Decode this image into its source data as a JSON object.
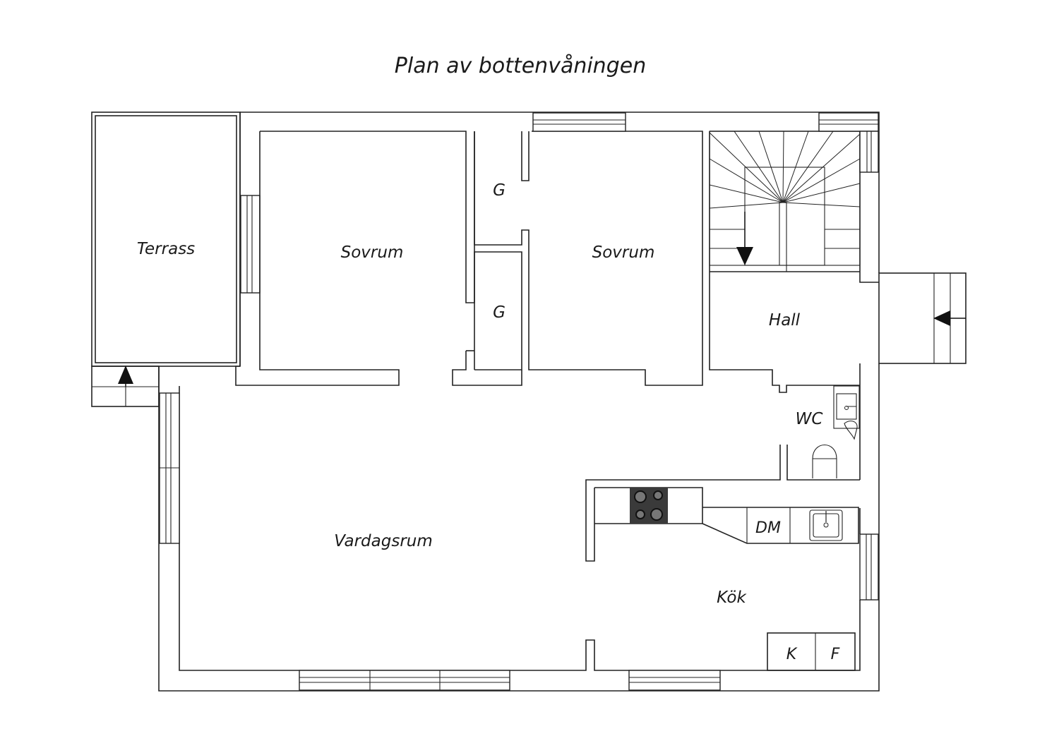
{
  "title": "Plan av bottenvåningen",
  "rooms": {
    "terrace": "Terrass",
    "bedroom_1": "Sovrum",
    "bedroom_2": "Sovrum",
    "closet_1": "G",
    "closet_2": "G",
    "hall": "Hall",
    "wc": "WC",
    "living_room": "Vardagsrum",
    "kitchen": "Kök"
  },
  "fixtures": {
    "dishwasher": "DM",
    "fridge": "K",
    "freezer": "F"
  },
  "icons": [
    "stairs-icon",
    "entry-arrow-icon",
    "stove-icon",
    "sink-icon",
    "toilet-icon",
    "washbasin-icon"
  ],
  "colors": {
    "line": "#222222",
    "stove": "#3a3a3a",
    "background": "#ffffff"
  }
}
